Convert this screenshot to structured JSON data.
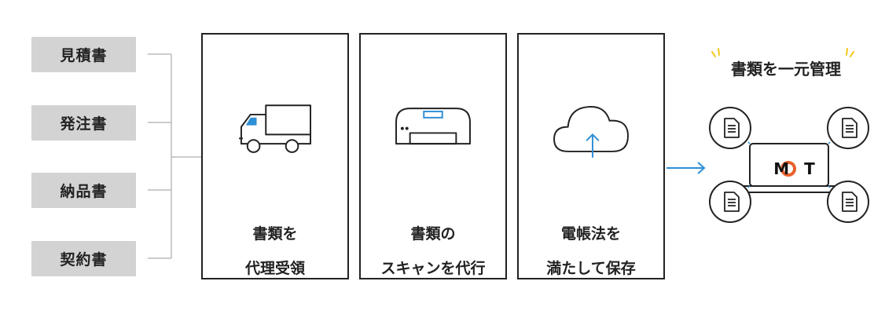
{
  "documents": [
    {
      "label": "見積書"
    },
    {
      "label": "発注書"
    },
    {
      "label": "納品書"
    },
    {
      "label": "契約書"
    }
  ],
  "steps": [
    {
      "icon": "truck-icon",
      "line1": "書類を",
      "line2": "代理受領"
    },
    {
      "icon": "scanner-icon",
      "line1": "書類の",
      "line2": "スキャンを代行"
    },
    {
      "icon": "cloud-upload-icon",
      "line1": "電帳法を",
      "line2": "満たして保存"
    }
  ],
  "result": {
    "title": "書類を一元管理",
    "logo": "MOT"
  },
  "colors": {
    "accent_blue": "#2e8fd6",
    "logo_orange": "#e8612c",
    "tag_gray": "#d3d3d3",
    "spark_yellow": "#f5c518"
  }
}
